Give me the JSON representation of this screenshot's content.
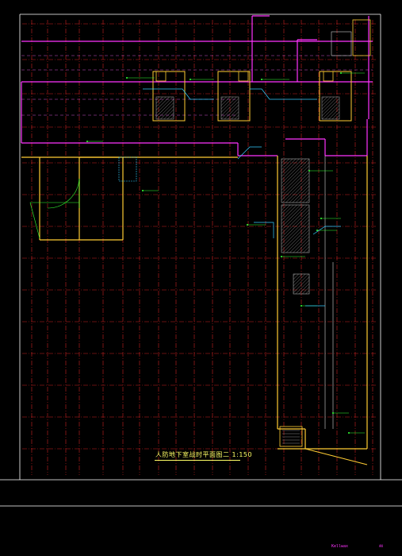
{
  "drawing": {
    "title": "人防地下室战时平面图二 1:150",
    "corner_label": "Kellwax",
    "corner_code": "AN"
  },
  "colors": {
    "background": "#000000",
    "grid_red": "#cc2222",
    "wall_magenta": "#ff33ff",
    "wall_yellow": "#ffcc33",
    "wall_orange": "#ff9933",
    "annotation_green": "#33ff33",
    "annotation_cyan": "#33ccff",
    "border_white": "#ffffff",
    "title_yellow": "#ffff66",
    "hatch_gray": "#aaaaaa"
  },
  "icons": [
    "stair-icon",
    "hatched-shaft-icon",
    "door-swing-icon"
  ]
}
